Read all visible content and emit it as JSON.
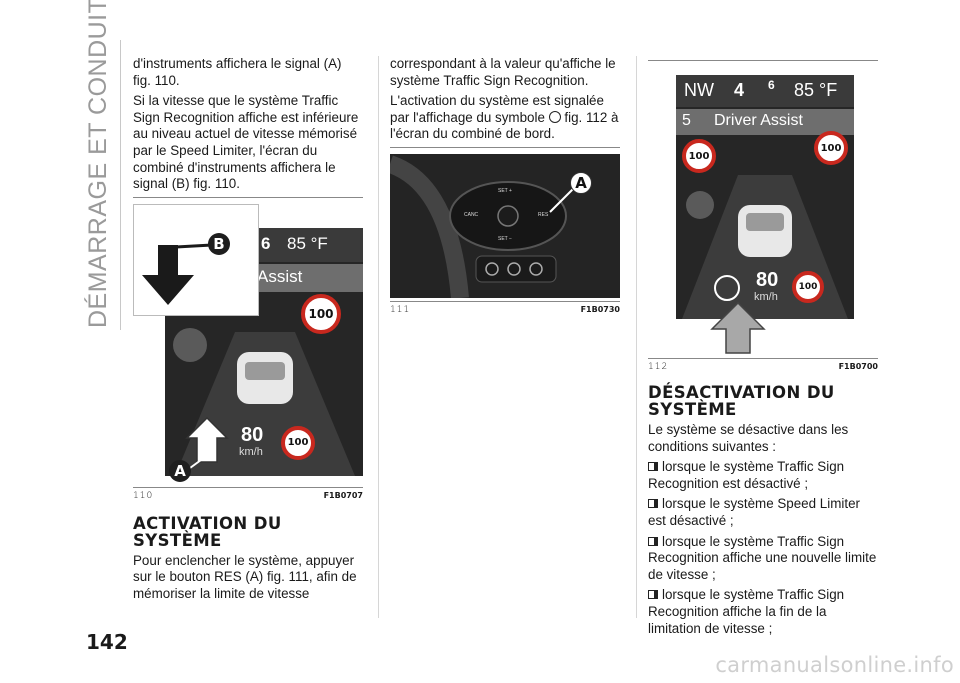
{
  "side": {
    "title": "DÉMARRAGE ET CONDUITE"
  },
  "page": {
    "number": "142",
    "watermark": "carmanualsonline.info"
  },
  "col1": {
    "p1": "d'instruments affichera le signal (A) fig. 110.",
    "p2": "Si la vitesse que le système Traffic Sign Recognition affiche est inférieure au niveau actuel de vitesse mémorisé par le Speed Limiter, l'écran du combiné d'instruments affichera le signal (B) fig. 110.",
    "fig": {
      "number": "110",
      "ref": "F1B0707",
      "speed_top": "6",
      "temp": "85 °F",
      "banner": "Assist",
      "sign_top": "100",
      "sign_bottom": "100",
      "speed": "80",
      "unit": "km/h",
      "label_b": "B",
      "label_a": "A"
    },
    "heading": "ACTIVATION DU SYSTÈME",
    "p3": "Pour enclencher le système, appuyer sur le bouton RES (A) fig. 111, afin de mémoriser la limite de vitesse"
  },
  "col2": {
    "p1": "correspondant à la valeur qu'affiche le système Traffic Sign Recognition.",
    "p2a": "L'activation du système est signalée par l'affichage du symbole",
    "p2b": "fig. 112 à l'écran du combiné de bord.",
    "fig": {
      "number": "111",
      "ref": "F1B0730",
      "btn_set_plus": "SET +",
      "btn_canc": "CANC",
      "btn_res": "RES",
      "btn_set_minus": "SET −",
      "label_a": "A"
    }
  },
  "col3": {
    "fig": {
      "number": "112",
      "ref": "F1B0700",
      "heading_dir": "NW",
      "gear": "4",
      "gear_sup": "6",
      "temp": "85 °F",
      "banner_left": "5",
      "banner": "Driver Assist",
      "sign_left": "100",
      "sign_right": "100",
      "speed": "80",
      "unit": "km/h",
      "sign_bottom": "100"
    },
    "heading": "DÉSACTIVATION DU SYSTÈME",
    "intro": "Le système se désactive dans les conditions suivantes :",
    "bullets": [
      "lorsque le système Traffic Sign Recognition est désactivé ;",
      "lorsque le système Speed Limiter est désactivé ;",
      "lorsque le système Traffic Sign Recognition affiche une nouvelle limite de vitesse ;",
      "lorsque le système Traffic Sign Recognition affiche la fin de la limitation de vitesse ;"
    ]
  }
}
